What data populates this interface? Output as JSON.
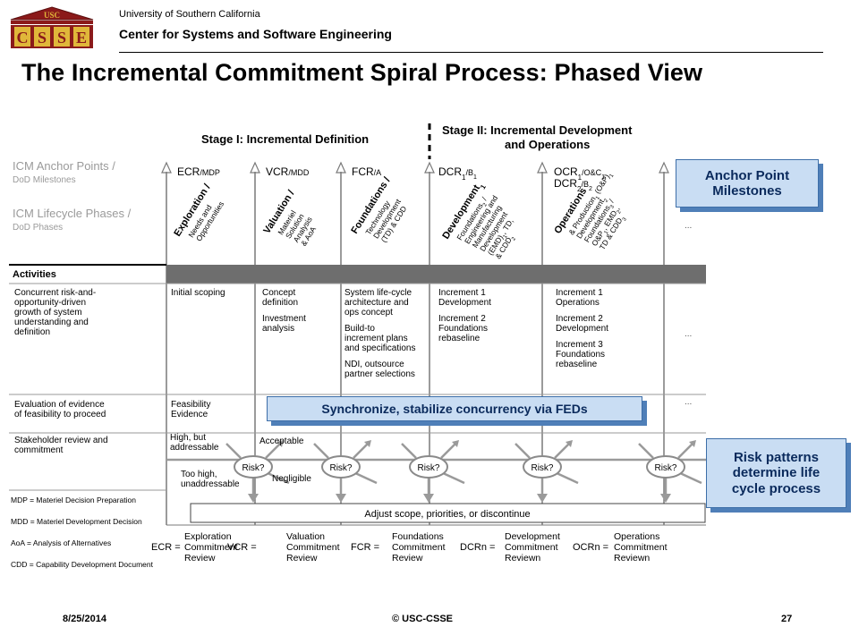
{
  "header": {
    "university": "University of Southern California",
    "center": "Center for Systems and Software Engineering",
    "logo_text": "CSSE",
    "logo_small": "USC"
  },
  "title": "The Incremental Commitment Spiral Process:  Phased View",
  "stages": [
    {
      "label": "Stage I: Incremental Definition"
    },
    {
      "label": "Stage II: Incremental Development",
      "label2": "and Operations"
    }
  ],
  "left_labels": {
    "anchor_points": "ICM Anchor Points /",
    "dod_milestones": "DoD Milestones",
    "lifecycle_phases": "ICM Lifecycle Phases /",
    "dod_phases": "DoD Phases",
    "activities": "Activities"
  },
  "milestones": [
    {
      "main": "ECR",
      "sub": "/MDP"
    },
    {
      "main": "VCR",
      "sub": "/MDD"
    },
    {
      "main": "FCR",
      "sub": "/A"
    },
    {
      "main": "DCR",
      "sub1": "1",
      "slash": "/B",
      "sub2": "1"
    },
    {
      "main": "OCR",
      "sub1": "1",
      "slash": "/O&C",
      "sub2": "1",
      "line2": "DCR",
      "line2_sub1": "2",
      "line2_slash": "/B",
      "line2_sub2": "2"
    }
  ],
  "phases": [
    {
      "lines": [
        "Exploration /",
        "Needs and",
        "Opportunities"
      ]
    },
    {
      "lines": [
        "Valuation /",
        "Materiel",
        "Solution",
        "Analysis",
        "& AoA"
      ]
    },
    {
      "lines": [
        "Foundations /",
        "Technology",
        "Development",
        "(TD) & CDD"
      ]
    },
    {
      "lines": [
        "Development1",
        "Foundations2 /",
        "Engineering and",
        "Manufacturing",
        "Development",
        "(EMD)1, TD,",
        "& CDD2"
      ]
    },
    {
      "lines": [
        "Operations",
        "& Production1 (O&P)1",
        "Development2",
        "Foundations3 /",
        "O&P1, EMD2,",
        "TD & CDD3"
      ]
    }
  ],
  "activity_rows": [
    {
      "label": [
        "Concurrent risk-and-",
        "opportunity-driven",
        "growth of system",
        "understanding and",
        "definition"
      ]
    },
    {
      "label": [
        "Evaluation of evidence",
        "of feasibility to proceed"
      ]
    },
    {
      "label": [
        "Stakeholder review and",
        "commitment"
      ]
    }
  ],
  "cells_row1": [
    [
      "Initial scoping"
    ],
    [
      "Concept",
      "definition",
      "",
      "Investment",
      "analysis"
    ],
    [
      "System life-cycle",
      "architecture and",
      "ops concept",
      "",
      "Build-to",
      "increment plans",
      "and specifications",
      "",
      "NDI, outsource",
      "partner selections"
    ],
    [
      "Increment 1",
      "Development",
      "",
      "Increment 2",
      "Foundations",
      "rebaseline"
    ],
    [
      "Increment 1",
      "Operations",
      "",
      "Increment 2",
      "Development",
      "",
      "Increment 3",
      "Foundations",
      "rebaseline"
    ]
  ],
  "cells_row2": [
    "Feasibility",
    "Evidence"
  ],
  "risk": {
    "label": "Risk?",
    "high": [
      "High, but",
      "addressable"
    ],
    "acceptable": "Acceptable",
    "too_high": [
      "Too high,",
      "unaddressable"
    ],
    "negligible": "Negligible",
    "adjust": "Adjust scope, priorities, or discontinue"
  },
  "ellipsis": "...",
  "callouts": {
    "anchor": [
      "Anchor Point",
      "Milestones"
    ],
    "sync": "Synchronize, stabilize concurrency via FEDs",
    "risk_patterns": [
      "Risk patterns",
      "determine life",
      "cycle process"
    ]
  },
  "abbreviations": [
    "MDP = Materiel Decision Preparation",
    "MDD = Materiel Development Decision",
    "AoA = Analysis of Alternatives",
    "CDD = Capability Development Document"
  ],
  "reviews": [
    {
      "abbr": "ECR =",
      "lines": [
        "Exploration",
        "Commitment",
        "Review"
      ]
    },
    {
      "abbr": "VCR =",
      "lines": [
        "Valuation",
        "Commitment",
        "Review"
      ]
    },
    {
      "abbr": "FCR =",
      "lines": [
        "Foundations",
        "Commitment",
        "Review"
      ]
    },
    {
      "abbr": "DCRn =",
      "lines": [
        "Development",
        "Commitment",
        "Reviewn"
      ]
    },
    {
      "abbr": "OCRn =",
      "lines": [
        "Operations",
        "Commitment",
        "Reviewn"
      ]
    }
  ],
  "footer": {
    "date": "8/25/2014",
    "copyright": "© USC-CSSE",
    "page": "27"
  },
  "colors": {
    "logo_red": "#8b1a1a",
    "logo_gold": "#e0b73a",
    "callout_fill": "#c9ddf3",
    "callout_border": "#3d6ea8",
    "activity_bar": "#6e6e6e"
  }
}
